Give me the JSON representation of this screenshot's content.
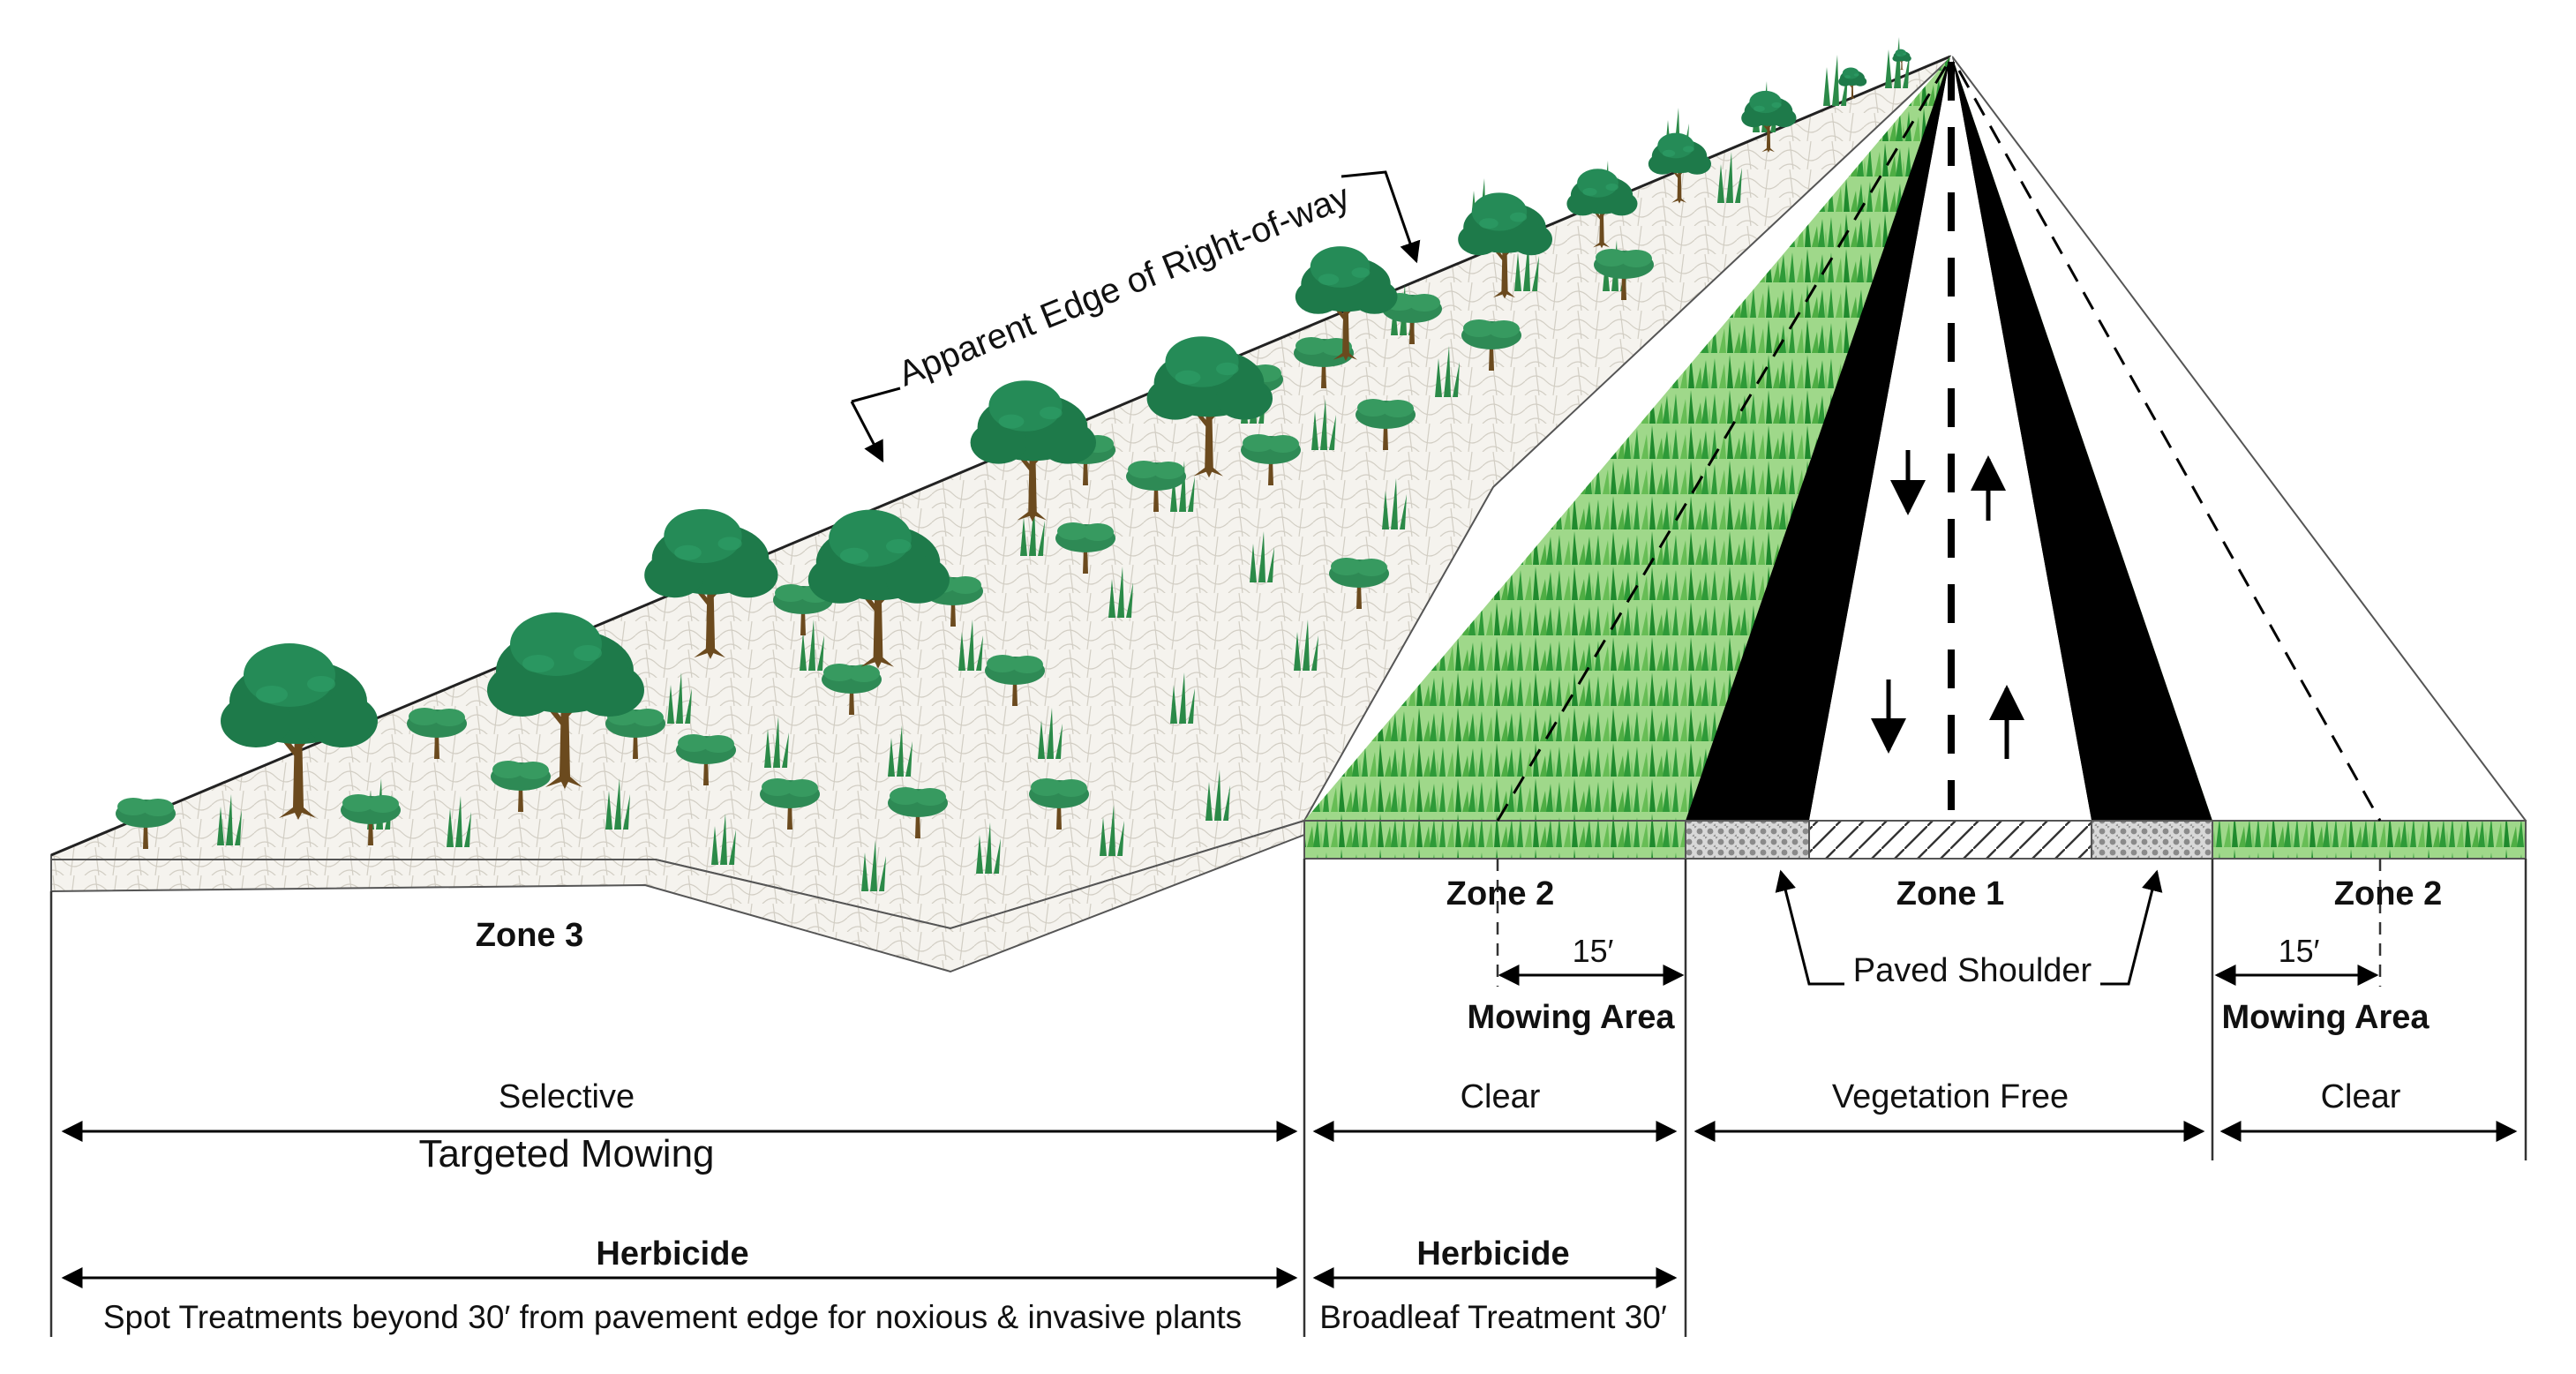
{
  "labels": {
    "edge_row": "Apparent Edge of Right-of-way",
    "zone3": "Zone 3",
    "zone2_left": "Zone 2",
    "zone1": "Zone 1",
    "zone2_right": "Zone 2",
    "dist_left": "15′",
    "dist_right": "15′",
    "mowing_left": "Mowing Area",
    "mowing_right": "Mowing Area",
    "paved_shoulder": "Paved Shoulder"
  },
  "mowing_row": {
    "zone3": "Selective",
    "zone3_sub": "Targeted Mowing",
    "zone2_left": "Clear",
    "zone1": "Vegetation Free",
    "zone2_right": "Clear"
  },
  "herbicide_row": {
    "zone3_title": "Herbicide",
    "zone3_desc": "Spot Treatments beyond 30′ from pavement edge for noxious & invasive plants",
    "zone2_title": "Herbicide",
    "zone2_desc": "Broadleaf Treatment 30′"
  },
  "colors": {
    "grass_dark": "#2e9a38",
    "grass_light": "#8fd07a",
    "tree_canopy": "#1e7a4a",
    "trunk": "#6b4a1e",
    "ground": "#f4f2ec",
    "road": "#ffffff",
    "shoulder_black": "#000000"
  }
}
